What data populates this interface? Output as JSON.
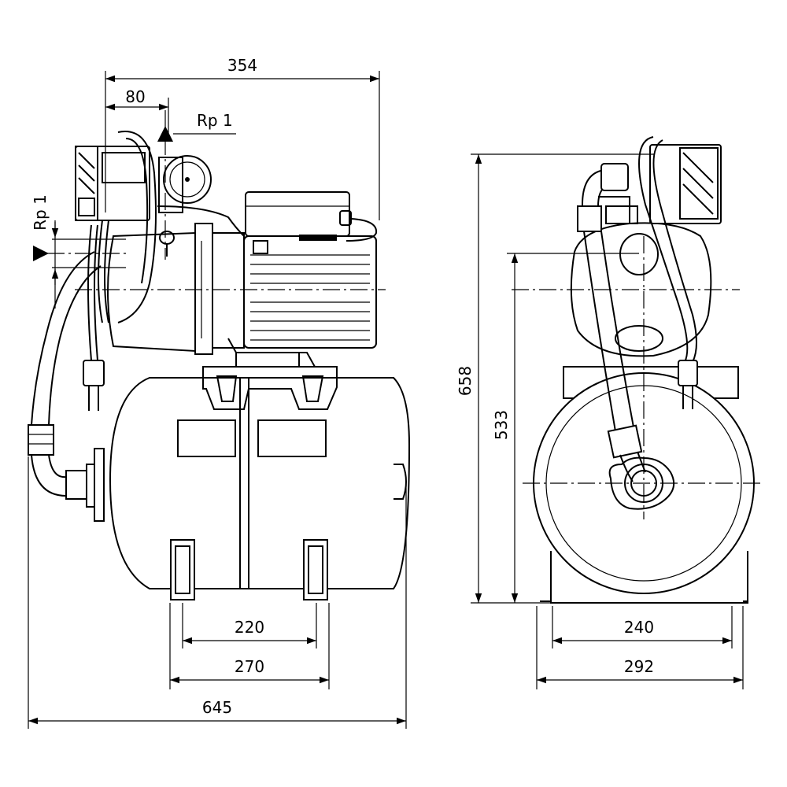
{
  "dimensions": {
    "width_total_top": "354",
    "offset_top": "80",
    "outlet_thread": "Rp 1",
    "inlet_thread": "Rp 1",
    "feet_inner": "220",
    "feet_outer": "270",
    "length_total": "645",
    "height_total": "658",
    "height_axis": "533",
    "base_inner": "240",
    "base_outer": "292"
  }
}
